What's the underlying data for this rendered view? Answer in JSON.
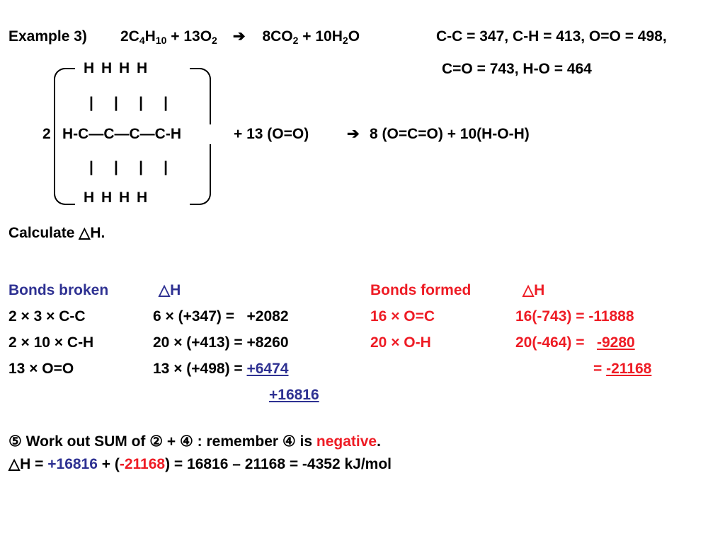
{
  "header": {
    "example_label": "Example 3)",
    "eq_c": "2C",
    "eq_sub4": "4",
    "eq_h": "H",
    "eq_sub10": "10",
    "eq_o2": " + 13O",
    "eq_sub2a": "2",
    "arrow": "➔",
    "eq_co2": "8CO",
    "eq_sub2b": "2",
    "eq_h2o": " + 10H",
    "eq_sub2c": "2",
    "eq_o": "O",
    "bond_values_line1": "C-C = 347, C-H = 413, O=O = 498,",
    "bond_values_line2": "C=O = 743, H-O = 464"
  },
  "structure": {
    "top_h": "H    H   H   H",
    "bonds_top": "|     |     |     |",
    "coef": "2",
    "chain": "H-C—C—C—C-H",
    "bonds_bottom": "|     |     |     |",
    "bottom_h": "H    H   H   H",
    "plus_o2": "+ 13 (O=O)",
    "arrow": "➔",
    "products": "8 (O=C=O)  +  10(H-O-H)"
  },
  "prompt": "Calculate △H.",
  "broken": {
    "heading": "Bonds broken",
    "dh": "△H",
    "rows": [
      {
        "bond": "2 × 3 × C-C",
        "calc_prefix": "6 × (+347) =   ",
        "value": "+2082"
      },
      {
        "bond": "2 × 10 × C-H",
        "calc_prefix": "20 × (+413) = ",
        "value": "+8260"
      },
      {
        "bond": "13 × O=O",
        "calc_prefix": "13 × (+498) = ",
        "value": "+6474"
      }
    ],
    "total": "+16816"
  },
  "formed": {
    "heading": "Bonds formed",
    "dh": "△H",
    "rows": [
      {
        "bond": "16 × O=C",
        "calc_prefix": "16(-743) = ",
        "value": "-11888"
      },
      {
        "bond": "20 × O-H",
        "calc_prefix": "20(-464) =   ",
        "value": "-9280"
      }
    ],
    "total_prefix": "= ",
    "total": "-21168"
  },
  "step5": {
    "text_a": "⑤ Work out SUM of ② + ④ : remember ④ is ",
    "negative": "negative",
    "period": "."
  },
  "final": {
    "prefix": "△H = ",
    "blue_value": "+16816",
    "mid": " + (",
    "red_value": "-21168",
    "rest": ") = 16816 – 21168 = -4352 kJ/mol"
  },
  "colors": {
    "blue": "#2e3192",
    "red": "#ee1c25",
    "text": "#000000"
  }
}
